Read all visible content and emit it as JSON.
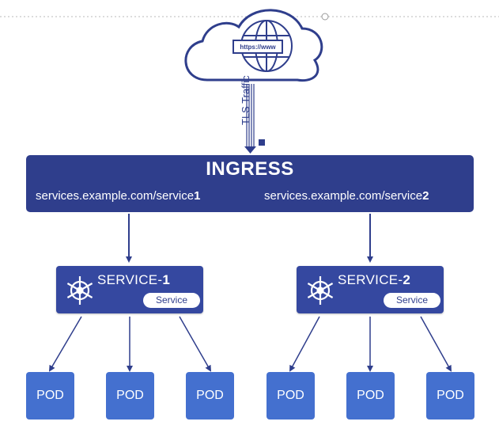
{
  "cloud": {
    "url_label": "https://www"
  },
  "traffic": {
    "label": "TLS Traffic"
  },
  "ingress": {
    "title": "INGRESS",
    "routes": [
      {
        "host_path": "services.example.com/service",
        "suffix": "1"
      },
      {
        "host_path": "services.example.com/service",
        "suffix": "2"
      }
    ]
  },
  "services": [
    {
      "title": "SERVICE-",
      "number": "1",
      "badge": "Service"
    },
    {
      "title": "SERVICE-",
      "number": "2",
      "badge": "Service"
    }
  ],
  "pods": [
    {
      "label": "POD"
    },
    {
      "label": "POD"
    },
    {
      "label": "POD"
    },
    {
      "label": "POD"
    },
    {
      "label": "POD"
    },
    {
      "label": "POD"
    }
  ],
  "colors": {
    "ingress": "#2f3e8c",
    "service": "#3548a0",
    "pod": "#4470cf",
    "arrow": "#2f3e8c"
  }
}
